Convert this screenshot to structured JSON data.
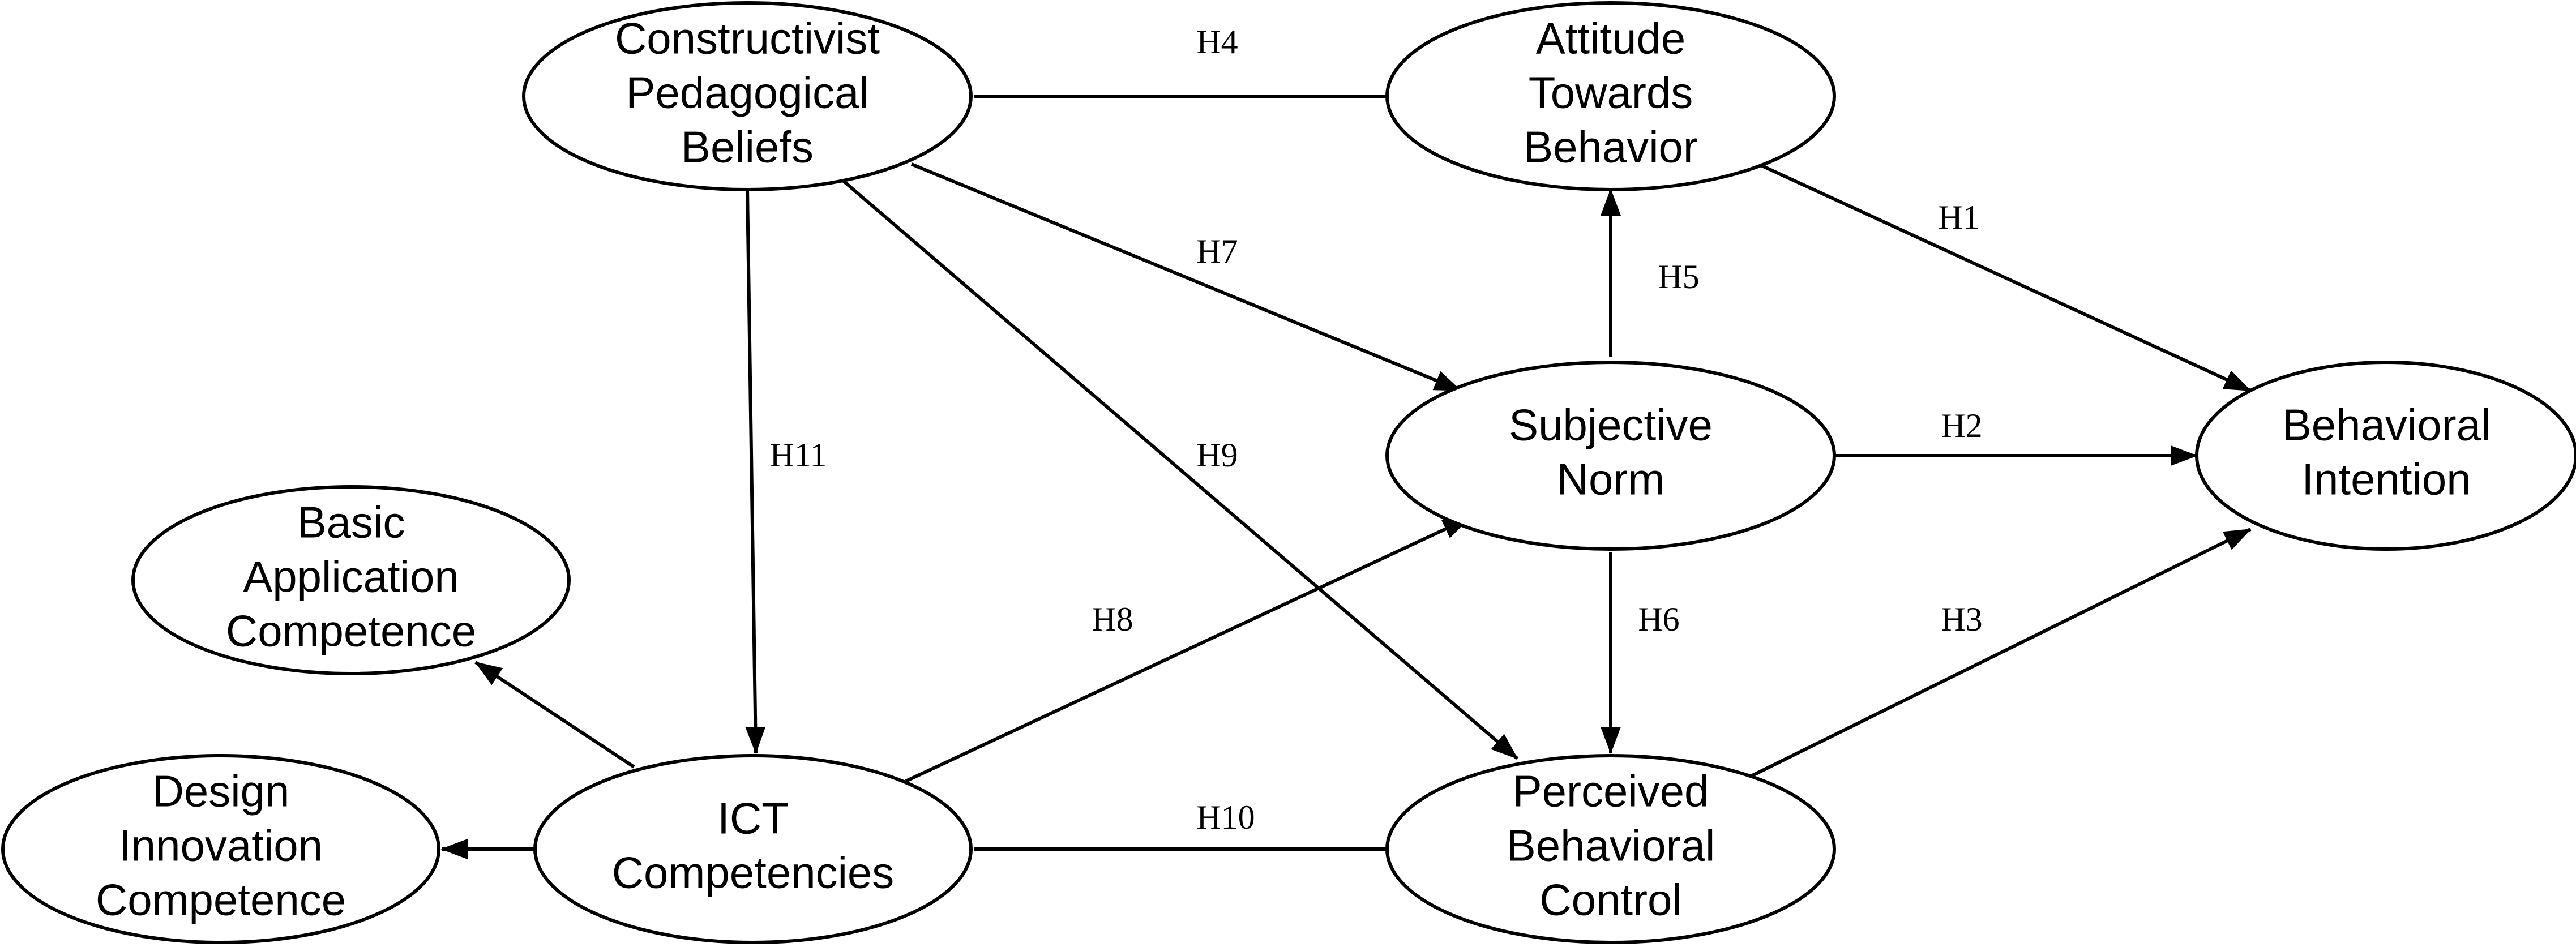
{
  "nodes": [
    {
      "id": "cpb",
      "lines": [
        "Constructivist",
        "Pedagogical",
        "Beliefs"
      ]
    },
    {
      "id": "atb",
      "lines": [
        "Attitude",
        "Towards",
        "Behavior"
      ]
    },
    {
      "id": "sn",
      "lines": [
        "Subjective",
        "Norm"
      ]
    },
    {
      "id": "bi",
      "lines": [
        "Behavioral",
        "Intention"
      ]
    },
    {
      "id": "bac",
      "lines": [
        "Basic",
        "Application",
        "Competence"
      ]
    },
    {
      "id": "ict",
      "lines": [
        "ICT",
        "Competencies"
      ]
    },
    {
      "id": "pbc",
      "lines": [
        "Perceived",
        "Behavioral",
        "Control"
      ]
    },
    {
      "id": "dic",
      "lines": [
        "Design",
        "Innovation",
        "Competence"
      ]
    }
  ],
  "edges": [
    {
      "from": "cpb",
      "to": "atb",
      "label": "H4"
    },
    {
      "from": "atb",
      "to": "bi",
      "label": "H1"
    },
    {
      "from": "cpb",
      "to": "sn",
      "label": "H7"
    },
    {
      "from": "sn",
      "to": "atb",
      "label": "H5"
    },
    {
      "from": "sn",
      "to": "bi",
      "label": "H2"
    },
    {
      "from": "cpb",
      "to": "ict",
      "label": "H11"
    },
    {
      "from": "cpb",
      "to": "pbc",
      "label": "H9"
    },
    {
      "from": "ict",
      "to": "sn",
      "label": "H8"
    },
    {
      "from": "sn",
      "to": "pbc",
      "label": "H6"
    },
    {
      "from": "pbc",
      "to": "bi",
      "label": "H3"
    },
    {
      "from": "ict",
      "to": "pbc",
      "label": "H10"
    },
    {
      "from": "ict",
      "to": "bac",
      "label": ""
    },
    {
      "from": "ict",
      "to": "dic",
      "label": ""
    }
  ]
}
